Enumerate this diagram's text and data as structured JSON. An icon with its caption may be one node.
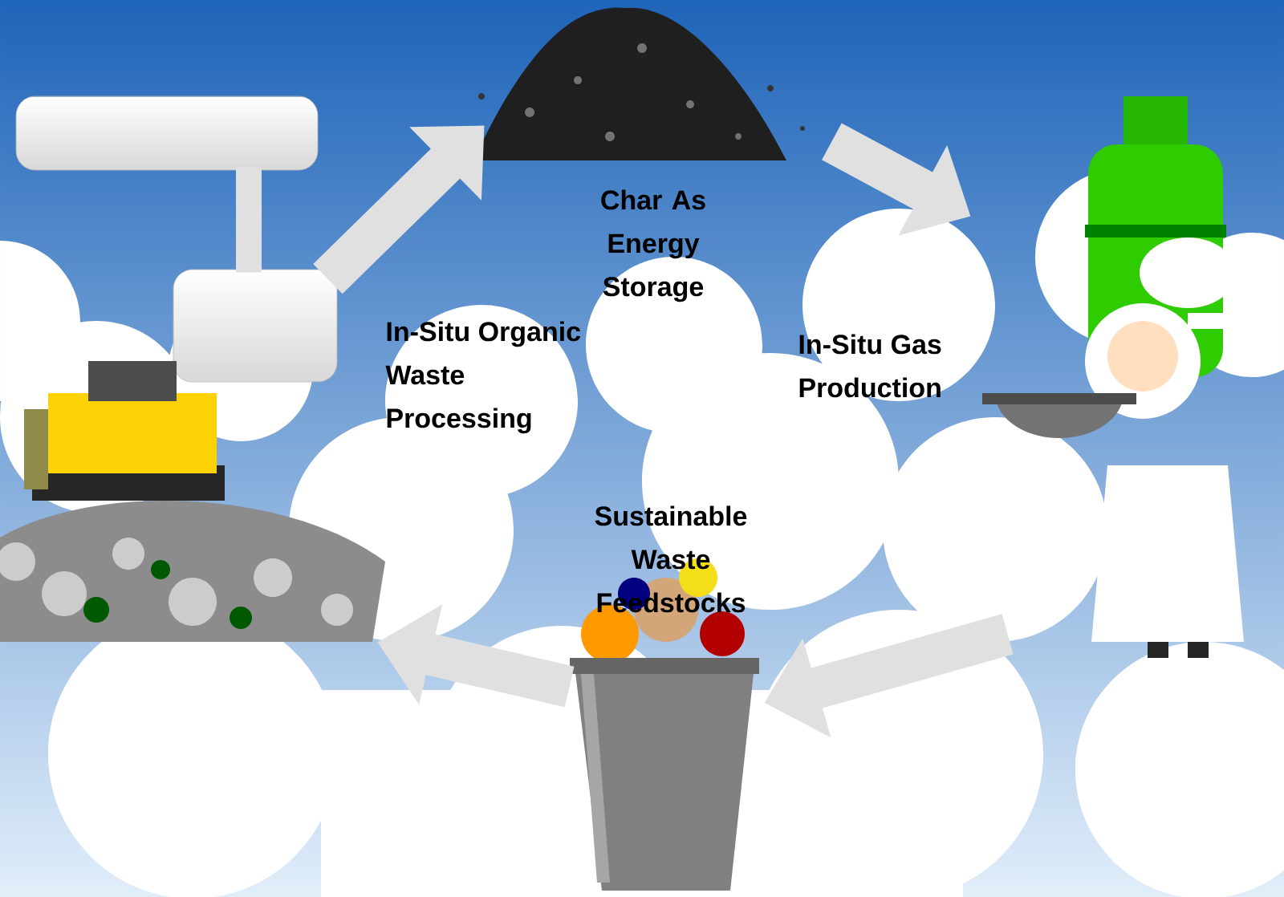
{
  "diagram": {
    "nodes": [
      {
        "text": [],
        "shape": "box"
      },
      {
        "text": [],
        "shape": "box"
      },
      {
        "text": [],
        "shape": "picture",
        "beside": [
          "In-Situ Organic Waste Processing"
        ]
      },
      {
        "text": [],
        "shape": "picture",
        "beside": [
          "Char As Energy Storage"
        ]
      },
      {
        "text": [],
        "shape": "picture",
        "beside": [
          "In-Situ Gas Production"
        ]
      },
      {
        "text": [],
        "shape": "picture",
        "beside": [
          "Sustainable Waste Feedstocks"
        ]
      }
    ],
    "edges": [
      {
        "from": 1,
        "to": 3,
        "arrow": "to"
      },
      {
        "from": 3,
        "to": 4,
        "arrow": "to"
      },
      {
        "from": 4,
        "to": 5,
        "arrow": "to"
      },
      {
        "from": 5,
        "to": 2,
        "arrow": "to"
      },
      {
        "from": 0,
        "to": 1,
        "arrow": "none"
      }
    ]
  }
}
